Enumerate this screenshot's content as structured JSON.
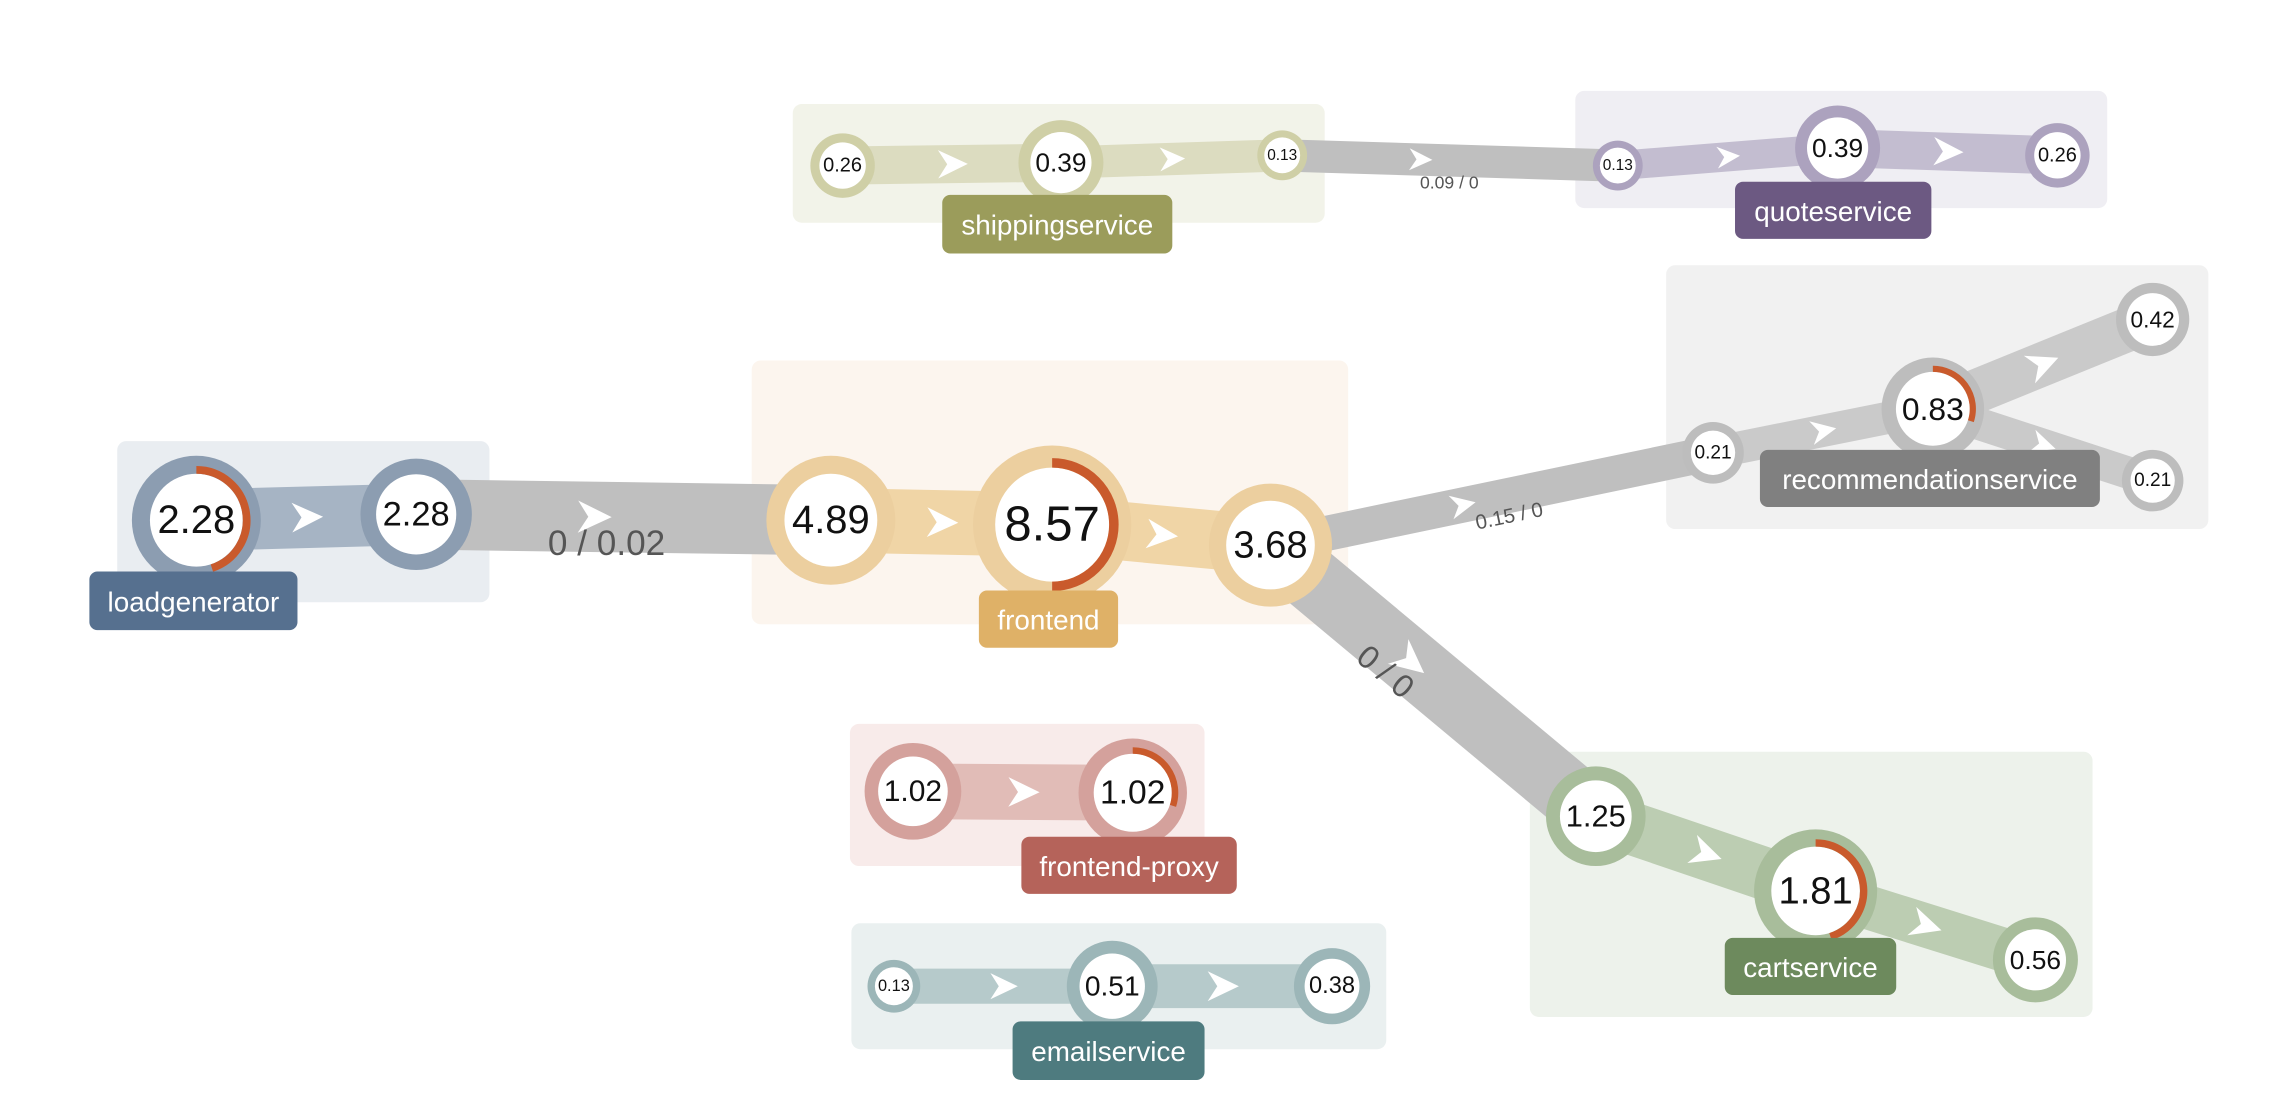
{
  "services": [
    {
      "id": "loadgenerator",
      "label": "loadgenerator",
      "color": "#56708f",
      "box": "#e9edf1",
      "link": "#a6b4c4",
      "ring": "#8c9db1"
    },
    {
      "id": "frontend",
      "label": "frontend",
      "color": "#dfb167",
      "box": "#fcf5ee",
      "link": "#f0d5a6",
      "ring": "#eccf9f"
    },
    {
      "id": "shippingservice",
      "label": "shippingservice",
      "color": "#9b9c5b",
      "box": "#f2f3e9",
      "link": "#dcdcc0",
      "ring": "#cfcfa6"
    },
    {
      "id": "quoteservice",
      "label": "quoteservice",
      "color": "#6c5982",
      "box": "#efeef3",
      "link": "#c3bdd0",
      "ring": "#aca2be"
    },
    {
      "id": "recommendationservice",
      "label": "recommendationservice",
      "color": "#808080",
      "box": "#f1f1f1",
      "link": "#cacaca",
      "ring": "#bdbdbd"
    },
    {
      "id": "frontend-proxy",
      "label": "frontend-proxy",
      "color": "#b5635a",
      "box": "#f8ebea",
      "link": "#e1bcb7",
      "ring": "#d4a19c"
    },
    {
      "id": "cartservice",
      "label": "cartservice",
      "color": "#6d8a5d",
      "box": "#edf2eb",
      "link": "#bccdb2",
      "ring": "#a8bd9b"
    },
    {
      "id": "emailservice",
      "label": "emailservice",
      "color": "#4e7b7f",
      "box": "#eaf0f0",
      "link": "#b6cacb",
      "ring": "#9cb6b8"
    }
  ],
  "nodes": [
    {
      "id": "lg1",
      "service": "loadgenerator",
      "value": "2.28",
      "error": 0.45
    },
    {
      "id": "lg2",
      "service": "loadgenerator",
      "value": "2.28"
    },
    {
      "id": "fe1",
      "service": "frontend",
      "value": "4.89"
    },
    {
      "id": "fe2",
      "service": "frontend",
      "value": "8.57",
      "error": 0.5
    },
    {
      "id": "fe3",
      "service": "frontend",
      "value": "3.68"
    },
    {
      "id": "sh1",
      "service": "shippingservice",
      "value": "0.26"
    },
    {
      "id": "sh2",
      "service": "shippingservice",
      "value": "0.39"
    },
    {
      "id": "sh3",
      "service": "shippingservice",
      "value": "0.13"
    },
    {
      "id": "qs1",
      "service": "quoteservice",
      "value": "0.13"
    },
    {
      "id": "qs2",
      "service": "quoteservice",
      "value": "0.39"
    },
    {
      "id": "qs3",
      "service": "quoteservice",
      "value": "0.26"
    },
    {
      "id": "rs1",
      "service": "recommendationservice",
      "value": "0.21"
    },
    {
      "id": "rs2",
      "service": "recommendationservice",
      "value": "0.83",
      "error": 0.3
    },
    {
      "id": "rs3",
      "service": "recommendationservice",
      "value": "0.42"
    },
    {
      "id": "rs4",
      "service": "recommendationservice",
      "value": "0.21"
    },
    {
      "id": "fp1",
      "service": "frontend-proxy",
      "value": "1.02"
    },
    {
      "id": "fp2",
      "service": "frontend-proxy",
      "value": "1.02",
      "error": 0.3
    },
    {
      "id": "cs1",
      "service": "cartservice",
      "value": "1.25"
    },
    {
      "id": "cs2",
      "service": "cartservice",
      "value": "1.81",
      "error": 0.45
    },
    {
      "id": "cs3",
      "service": "cartservice",
      "value": "0.56"
    },
    {
      "id": "es1",
      "service": "emailservice",
      "value": "0.13"
    },
    {
      "id": "es2",
      "service": "emailservice",
      "value": "0.51"
    },
    {
      "id": "es3",
      "service": "emailservice",
      "value": "0.38"
    }
  ],
  "links": [
    {
      "from": "lg1",
      "to": "lg2",
      "service": "loadgenerator"
    },
    {
      "from": "fe1",
      "to": "fe2",
      "service": "frontend"
    },
    {
      "from": "fe2",
      "to": "fe3",
      "service": "frontend"
    },
    {
      "from": "sh1",
      "to": "sh2",
      "service": "shippingservice"
    },
    {
      "from": "sh2",
      "to": "sh3",
      "service": "shippingservice"
    },
    {
      "from": "qs1",
      "to": "qs2",
      "service": "quoteservice"
    },
    {
      "from": "qs2",
      "to": "qs3",
      "service": "quoteservice"
    },
    {
      "from": "rs1",
      "to": "rs2",
      "service": "recommendationservice"
    },
    {
      "from": "rs2",
      "to": "rs3",
      "service": "recommendationservice"
    },
    {
      "from": "rs2",
      "to": "rs4",
      "service": "recommendationservice"
    },
    {
      "from": "fp1",
      "to": "fp2",
      "service": "frontend-proxy"
    },
    {
      "from": "cs1",
      "to": "cs2",
      "service": "cartservice"
    },
    {
      "from": "cs2",
      "to": "cs3",
      "service": "cartservice"
    },
    {
      "from": "es1",
      "to": "es2",
      "service": "emailservice"
    },
    {
      "from": "es2",
      "to": "es3",
      "service": "emailservice"
    }
  ],
  "edges": [
    {
      "from": "lg2",
      "to": "fe1",
      "label": "0 / 0.02"
    },
    {
      "from": "sh3",
      "to": "qs1",
      "label": "0.09 / 0"
    },
    {
      "from": "fe3",
      "to": "rs1",
      "label": "0.15 / 0"
    },
    {
      "from": "fe3",
      "to": "cs1",
      "label": "0 / 0"
    }
  ],
  "colors": {
    "edge": "#bfbfbf",
    "error_arc": "#c95a2c",
    "node_face": "#ffffff",
    "arrow": "#ffffff"
  }
}
